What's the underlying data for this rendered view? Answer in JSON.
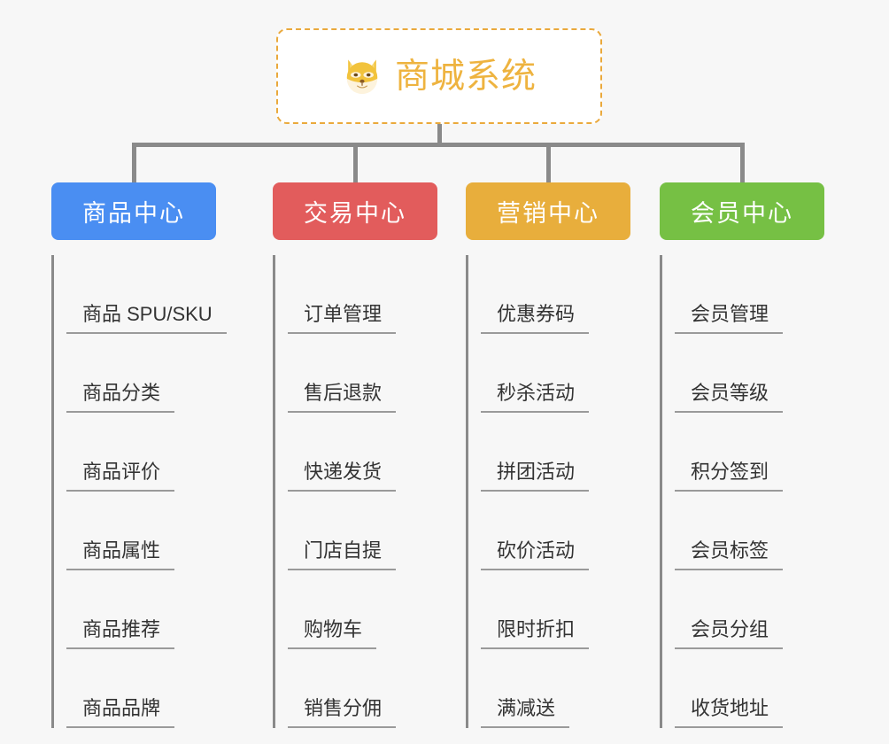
{
  "root": {
    "title": "商城系统",
    "icon": "shiba-dog-icon",
    "border_color": "#eaa93c",
    "text_color": "#eeb33f",
    "background": "#ffffff"
  },
  "canvas": {
    "background": "#f7f7f7",
    "connector_color": "#8a8a8a"
  },
  "columns": [
    {
      "header": "商品中心",
      "color": "#4a8ef2",
      "items": [
        "商品 SPU/SKU",
        "商品分类",
        "商品评价",
        "商品属性",
        "商品推荐",
        "商品品牌"
      ]
    },
    {
      "header": "交易中心",
      "color": "#e25c5c",
      "items": [
        "订单管理",
        "售后退款",
        "快递发货",
        "门店自提",
        "购物车",
        "销售分佣"
      ]
    },
    {
      "header": "营销中心",
      "color": "#e8ae3c",
      "items": [
        "优惠券码",
        "秒杀活动",
        "拼团活动",
        "砍价活动",
        "限时折扣",
        "满减送"
      ]
    },
    {
      "header": "会员中心",
      "color": "#76c044",
      "items": [
        "会员管理",
        "会员等级",
        "积分签到",
        "会员标签",
        "会员分组",
        "收货地址"
      ]
    }
  ]
}
